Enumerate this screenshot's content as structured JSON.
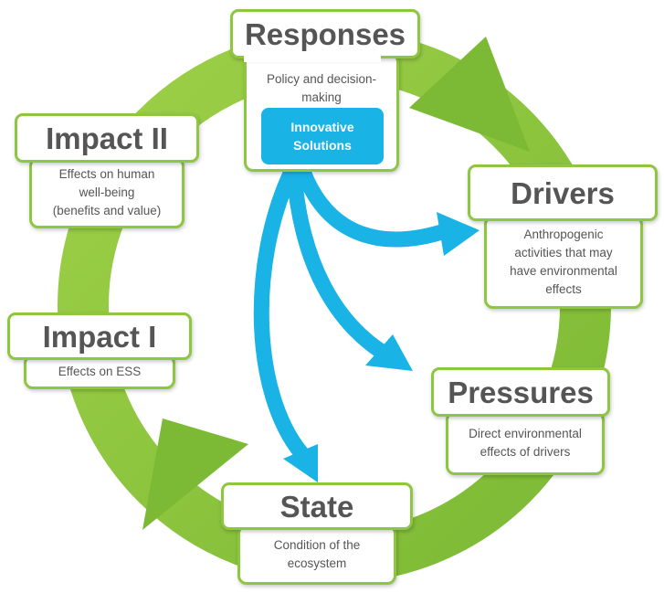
{
  "nodes": {
    "responses": {
      "title": "Responses",
      "desc": [
        "Policy and decision-",
        "making"
      ]
    },
    "drivers": {
      "title": "Drivers",
      "desc": [
        "Anthropogenic",
        "activities that may",
        "have environmental",
        "effects"
      ]
    },
    "pressures": {
      "title": "Pressures",
      "desc": [
        "Direct environmental",
        "effects of drivers"
      ]
    },
    "state": {
      "title": "State",
      "desc": [
        "Condition of the",
        "ecosystem"
      ]
    },
    "impact1": {
      "title": "Impact I",
      "desc": [
        "Effects on ESS"
      ]
    },
    "impact2": {
      "title": "Impact II",
      "desc": [
        "Effects on human",
        "well-being",
        "(benefits and value)"
      ]
    }
  },
  "solutions": {
    "lines": [
      "Innovative",
      "Solutions"
    ]
  },
  "colors": {
    "ring": "#8dc63f",
    "ring_dark": "#6aa82c",
    "arrow": "#19b3e6",
    "text": "#555555"
  }
}
